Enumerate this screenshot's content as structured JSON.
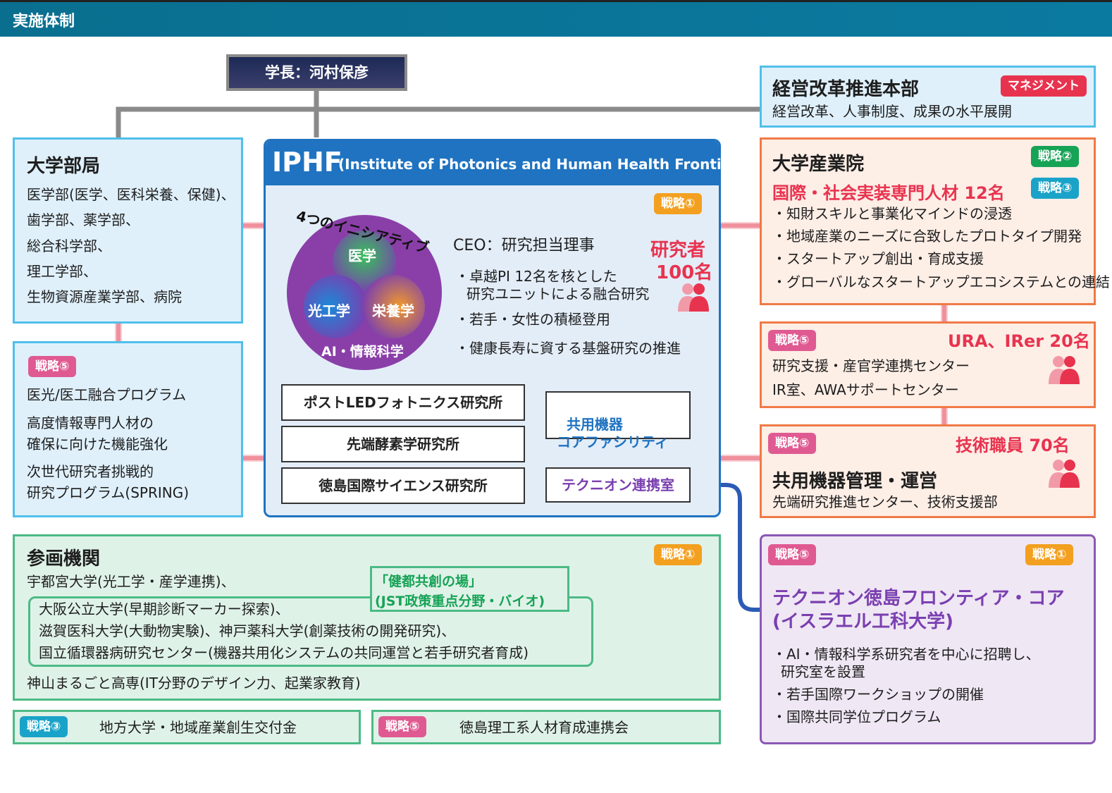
{
  "header": {
    "title": "実施体制"
  },
  "president": {
    "label": "学長：河村保彦"
  },
  "management": {
    "title": "経営改革推進本部",
    "badge": "マネジメント",
    "desc": "経営改革、人事制度、成果の水平展開"
  },
  "faculties": {
    "title": "大学部局",
    "lines": [
      "医学部(医学、医科栄養、保健)、",
      "歯学部、薬学部、",
      "総合科学部、",
      "理工学部、",
      "生物資源産業学部、病院"
    ]
  },
  "programs": {
    "badge": "戦略⑤",
    "lines": [
      "医光/医工融合プログラム",
      "高度情報専門人材の",
      "確保に向けた機能強化",
      "次世代研究者挑戦的",
      "研究プログラム(SPRING)"
    ]
  },
  "iphf": {
    "title": "IPHF",
    "subtitle": "(Institute of Photonics and Human Health Frontier)",
    "badge": "戦略①",
    "initiative_label": "4つのイニシアティブ",
    "circles": [
      "医学",
      "光工学",
      "栄養学",
      "AI・情報科学"
    ],
    "ceo": "CEO：研究担当理事",
    "bullets": [
      "・卓越PI 12名を核とした",
      "研究ユニットによる融合研究",
      "・若手・女性の積極登用",
      "・健康長寿に資する基盤研究の推進"
    ],
    "researchers_line1": "研究者",
    "researchers_line2": "100名",
    "institutes": [
      "ポストLEDフォトニクス研究所",
      "先端酵素学研究所",
      "徳島国際サイエンス研究所"
    ],
    "core_facility": "共用機器\nコアファシリティ",
    "technion_office": "テクニオン連携室"
  },
  "industry": {
    "title": "大学産業院",
    "badge1": "戦略②",
    "badge2": "戦略③",
    "headline": "国際・社会実装専門人材 12名",
    "lines": [
      "・知財スキルと事業化マインドの浸透",
      "・地域産業のニーズに合致したプロトタイプ開発",
      "・スタートアップ創出・育成支援",
      "・グローバルなスタートアップエコシステムとの連結"
    ]
  },
  "research_support": {
    "badge": "戦略⑤",
    "headline": "URA、IRer 20名",
    "lines": [
      "研究支援・産官学連携センター",
      "IR室、AWAサポートセンター"
    ]
  },
  "equipment": {
    "badge": "戦略⑤",
    "headline": "技術職員 70名",
    "title": "共用機器管理・運営",
    "desc": "先端研究推進センター、技術支援部"
  },
  "participants": {
    "title": "参画機関",
    "badge": "戦略①",
    "line1": "宇都宮大学(光工学・産学連携)、",
    "kento_line1": "「健都共創の場」",
    "kento_line2": "(JST政策重点分野・バイオ)",
    "inner": [
      "大阪公立大学(早期診断マーカー探索)、",
      "滋賀医科大学(大動物実験)、神戸薬科大学(創薬技術の開発研究)、",
      "国立循環器病研究センター(機器共用化システムの共同運営と若手研究者育成)"
    ],
    "last": "神山まるごと高専(IT分野のデザイン力、起業家教育)"
  },
  "grant": {
    "badge": "戦略③",
    "label": "地方大学・地域産業創生交付金"
  },
  "consortium": {
    "badge": "戦略⑤",
    "label": "徳島理工系人材育成連携会"
  },
  "technion": {
    "badge1": "戦略⑤",
    "badge2": "戦略①",
    "title1": "テクニオン徳島フロンティア・コア",
    "title2": "(イスラエル工科大学)",
    "lines": [
      "・AI・情報科学系研究者を中心に招聘し、",
      "研究室を設置",
      "・若手国際ワークショップの開催",
      "・国際共同学位プログラム"
    ]
  },
  "colors": {
    "accent_blue": "#0b7aa0",
    "red": "#e8334f",
    "purple": "#8a58b5"
  }
}
